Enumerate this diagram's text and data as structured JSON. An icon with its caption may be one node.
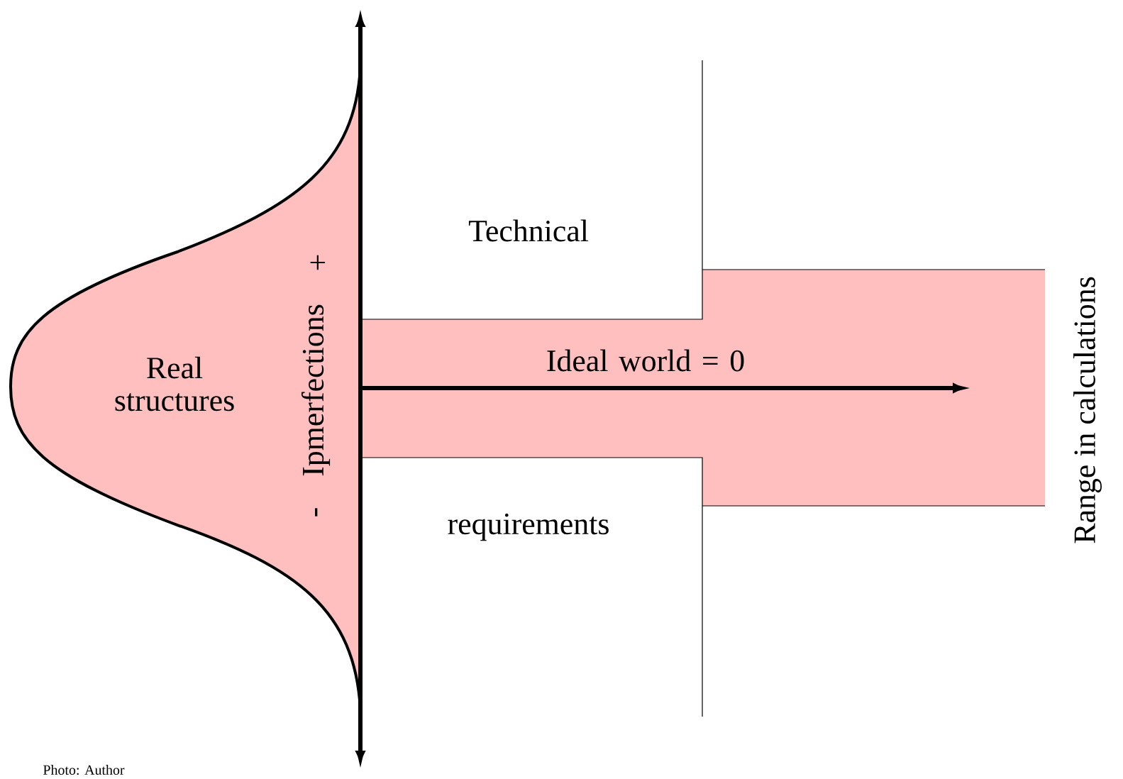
{
  "diagram": {
    "nodes": [
      {
        "text": [
          "Real structures"
        ]
      },
      {
        "text": [
          "Ideal world = 0"
        ]
      }
    ],
    "labels": [
      "Technical",
      "+",
      "Ipmerfections",
      "-",
      "requirements",
      "Range in calculations",
      "Photo: Author"
    ]
  }
}
